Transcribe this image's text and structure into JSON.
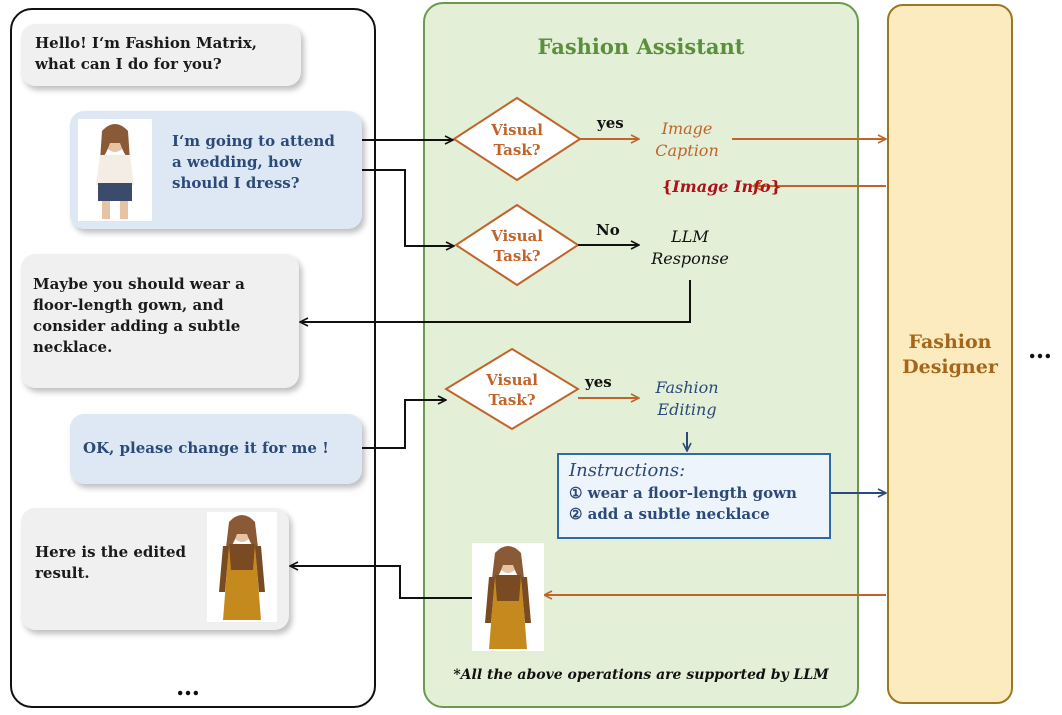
{
  "chat": {
    "greeting": [
      "Hello! I‘m Fashion Matrix,",
      "what can I do for you?"
    ],
    "user_query": [
      "I‘m going to attend",
      "a  wedding,  how",
      "should I dress?"
    ],
    "assistant_reply": [
      "Maybe you should wear a",
      "floor-length gown, and",
      "consider adding a subtle",
      "necklace."
    ],
    "user_edit_request": "OK, please change it for me !",
    "result": [
      "Here is the edited",
      "result."
    ],
    "ellipsis": "…"
  },
  "assistant": {
    "title": "Fashion Assistant",
    "decision_label": [
      "Visual",
      "Task?"
    ],
    "edge_yes": "yes",
    "edge_no": "No",
    "image_caption": [
      "Image",
      "Caption"
    ],
    "image_info": {
      "open": "{",
      "text": "Image Info",
      "close": "}"
    },
    "llm_response": [
      "LLM",
      "Response"
    ],
    "fashion_editing": [
      "Fashion",
      "Editing"
    ],
    "instructions": {
      "title": "Instructions:",
      "items": [
        "① wear a floor-length gown",
        "② add a subtle necklace"
      ]
    },
    "note": "*All the above operations are supported by LLM"
  },
  "designer": {
    "label": [
      "Fashion",
      "Designer"
    ]
  },
  "outside_ellipsis": "…",
  "colors": {
    "assistant_bg": "#e3efd6",
    "assistant_border": "#6a9a4e",
    "designer_bg": "#fbebbe",
    "designer_border": "#9a7820",
    "orange": "#c0642a",
    "blue": "#2b4a78",
    "dark_red": "#b0101a"
  }
}
